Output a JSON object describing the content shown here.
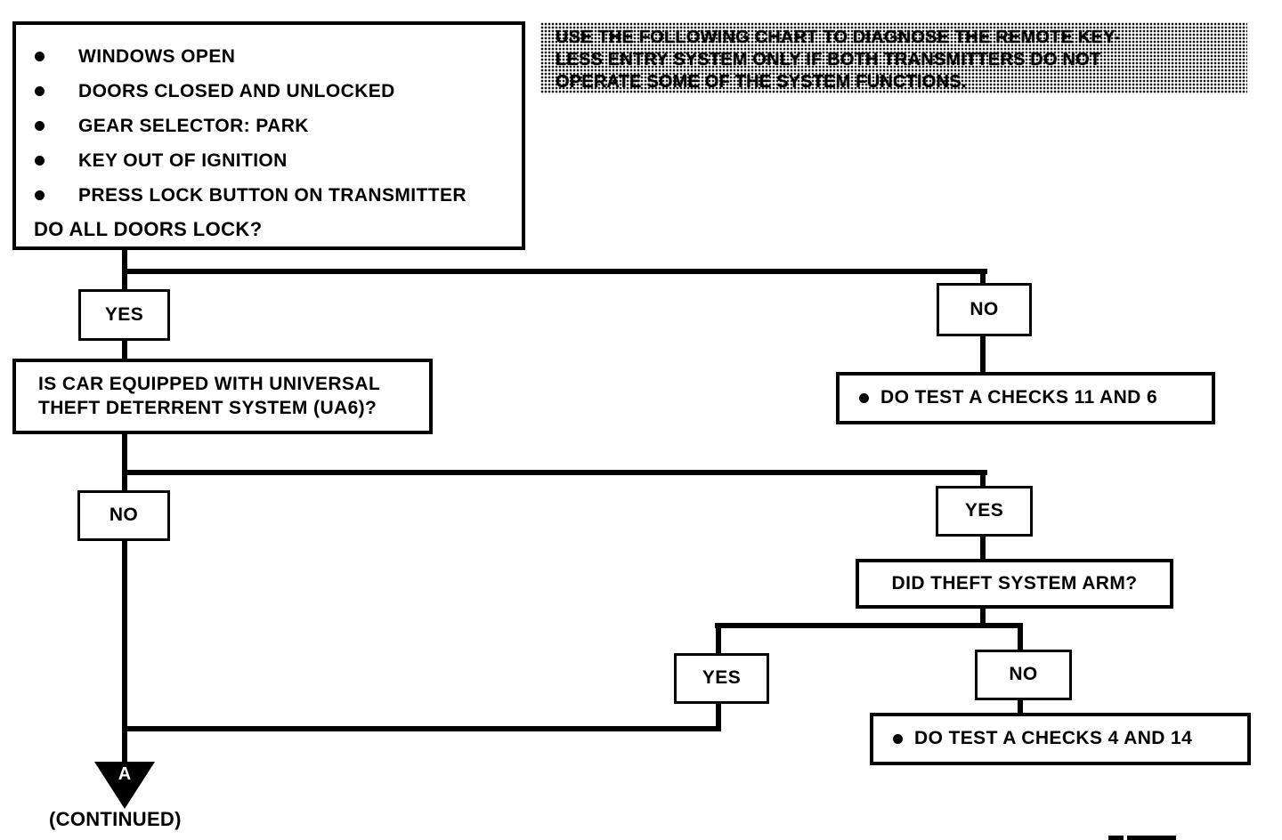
{
  "colors": {
    "ink": "#000000",
    "paper": "#ffffff"
  },
  "preconditions": {
    "items": [
      "WINDOWS OPEN",
      "DOORS CLOSED AND UNLOCKED",
      "GEAR SELECTOR: PARK",
      "KEY OUT OF IGNITION",
      "PRESS LOCK BUTTON ON TRANSMITTER"
    ],
    "question": "DO ALL DOORS LOCK?"
  },
  "note": {
    "lines": [
      "USE THE FOLLOWING CHART TO DIAGNOSE THE REMOTE KEY-",
      "LESS ENTRY SYSTEM ONLY IF BOTH TRANSMITTERS DO NOT",
      "OPERATE SOME OF THE SYSTEM FUNCTIONS."
    ]
  },
  "flow": {
    "branch1_yes": "YES",
    "branch1_no": "NO",
    "action_no1": "DO TEST A CHECKS 11 AND 6",
    "question_uts": [
      "IS CAR EQUIPPED WITH UNIVERSAL",
      "THEFT DETERRENT SYSTEM (UA6)?"
    ],
    "branch2_no": "NO",
    "branch2_yes": "YES",
    "question_arm": "DID THEFT SYSTEM ARM?",
    "branch3_yes": "YES",
    "branch3_no": "NO",
    "action_no3": "DO TEST A CHECKS 4 AND 14",
    "connector_label": "A",
    "continued": "(CONTINUED)"
  }
}
